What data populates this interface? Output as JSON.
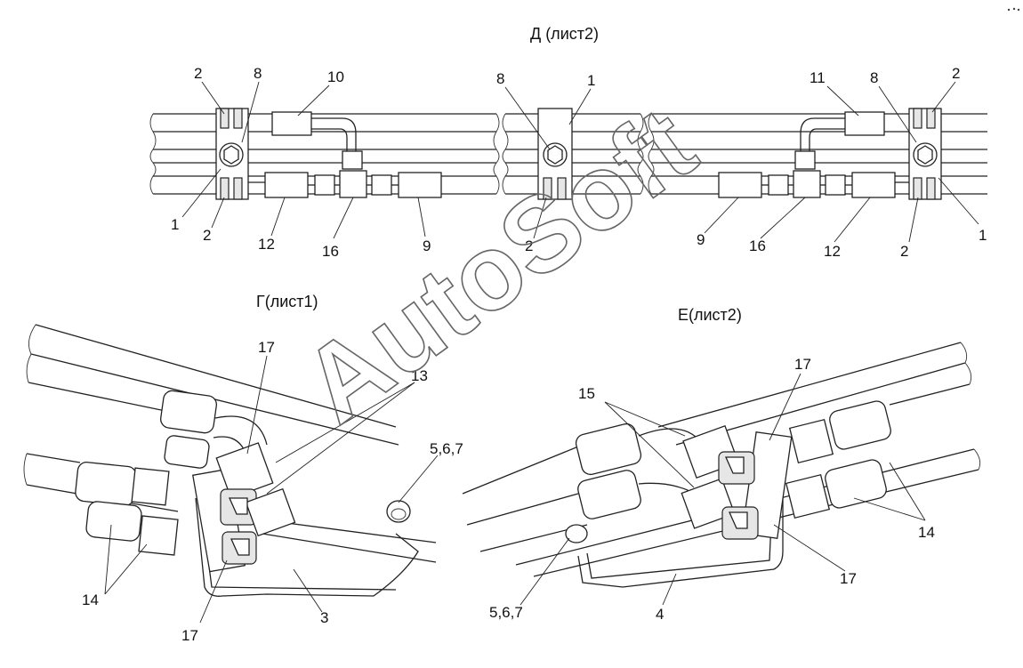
{
  "views": {
    "d": {
      "title": "Д (лист2)"
    },
    "g": {
      "title": "Г(лист1)"
    },
    "e": {
      "title": "Е(лист2)"
    }
  },
  "callouts": {
    "d_left": [
      "2",
      "8",
      "10",
      "1",
      "2",
      "12",
      "16",
      "9"
    ],
    "d_mid": [
      "8",
      "1",
      "2"
    ],
    "d_right": [
      "11",
      "8",
      "2",
      "9",
      "16",
      "12",
      "2",
      "1"
    ],
    "g": [
      "17",
      "13",
      "5,6,7",
      "14",
      "17",
      "3"
    ],
    "e": [
      "17",
      "15",
      "14",
      "17",
      "5,6,7",
      "4"
    ]
  },
  "watermark": "AutoSoft"
}
